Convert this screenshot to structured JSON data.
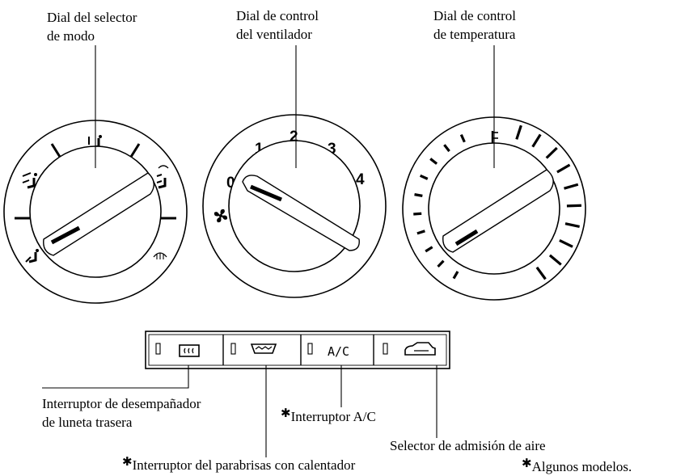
{
  "callouts": {
    "mode_dial": [
      "Dial del selector",
      "de modo"
    ],
    "fan_dial": [
      "Dial de control",
      "del ventilador"
    ],
    "temp_dial": [
      "Dial de control",
      "de temperatura"
    ],
    "rear_defog": [
      "Interruptor de desempañador",
      "de luneta trasera"
    ],
    "ac_switch": "Interruptor A/C",
    "heated_windshield": "Interruptor del parabrisas con calentador",
    "air_intake": "Selector de admisión de aire",
    "footnote": "Algunos modelos.",
    "asterisk": "✱"
  },
  "fan_dial": {
    "scale": [
      "0",
      "1",
      "2",
      "3",
      "4"
    ]
  },
  "panel": {
    "ac_label": "A/C"
  },
  "icons": {
    "mode": [
      "face-vent-icon",
      "bilevel-icon",
      "floor-icon",
      "floor-defrost-icon",
      "defrost-icon"
    ],
    "fan": "fan-icon",
    "temp": "thermometer-icon",
    "switches": [
      "rear-defroster-icon",
      "heated-windshield-icon",
      "ac-text",
      "recirculation-icon"
    ]
  }
}
